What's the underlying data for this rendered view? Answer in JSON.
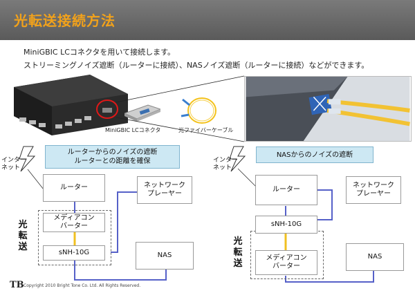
{
  "header": {
    "title": "光転送接続方法"
  },
  "intro": {
    "line1": "MiniGBIC LCコネクタを用いて接続します。",
    "line2": "ストリーミングノイズ遮断（ルーターに接続）、NASノイズ遮断（ルーターに接続）などができます。"
  },
  "photo_labels": {
    "minigbic": "MiniGBIC LCコネクタ",
    "fiber": "光ファイバーケーブル"
  },
  "left_diagram": {
    "callout_line1": "ルーターからのノイズの遮断",
    "callout_line2": "ルーターとの距離を確保",
    "internet": "インター\nネット",
    "router": "ルーター",
    "media_converter": "メディアコン\nバーター",
    "snh": "sNH-10G",
    "network_player": "ネットワーク\nプレーヤー",
    "nas": "NAS",
    "optical_label": "光\n転\n送"
  },
  "right_diagram": {
    "callout": "NASからのノイズの遮断",
    "internet": "インター\nネット",
    "router": "ルーター",
    "snh": "sNH-10G",
    "media_converter": "メディアコン\nバーター",
    "network_player": "ネットワーク\nプレーヤー",
    "nas": "NAS",
    "optical_label": "光\n転\n送"
  },
  "footer": {
    "logo": "TB",
    "copyright": "Copyright  2010 Bright Tone Co. Ltd.  All Rights Reserved."
  },
  "colors": {
    "title": "#f2a21b",
    "callout_bg": "#cde8f3",
    "lan_line": "#5560c8",
    "fiber_line": "#f0c020"
  }
}
